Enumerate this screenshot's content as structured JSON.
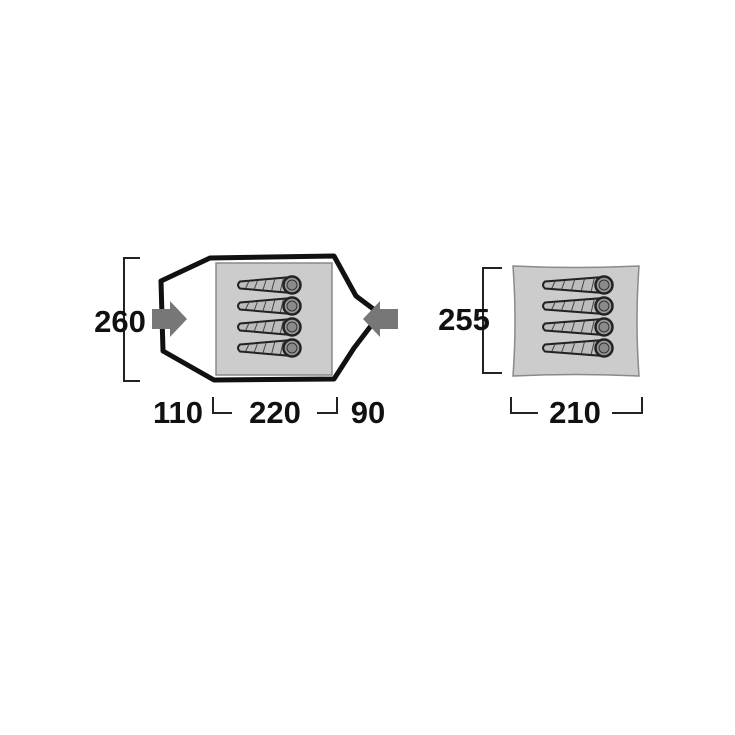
{
  "outer_tent": {
    "height_label": "260",
    "vestibule_left_label": "110",
    "inner_length_label": "220",
    "vestibule_right_label": "90"
  },
  "inner_tent": {
    "height_label": "255",
    "width_label": "210"
  },
  "sleeping_capacity": 4,
  "colors": {
    "outline": "#111111",
    "inner_fill": "#cccccc",
    "arrow": "#777777",
    "text": "#111111"
  }
}
